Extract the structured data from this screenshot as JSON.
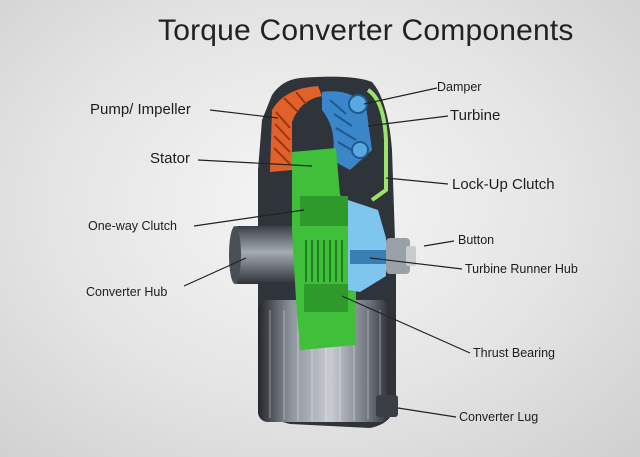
{
  "title": "Torque Converter Components",
  "labels": {
    "damper": "Damper",
    "pump_impeller": "Pump/ Impeller",
    "turbine": "Turbine",
    "stator": "Stator",
    "lockup_clutch": "Lock-Up Clutch",
    "oneway_clutch": "One-way Clutch",
    "button": "Button",
    "turbine_runner_hub": "Turbine Runner Hub",
    "converter_hub": "Converter Hub",
    "thrust_bearing": "Thrust Bearing",
    "converter_lug": "Converter Lug"
  },
  "colors": {
    "impeller": "#e0622a",
    "turbine": "#3a86c8",
    "stator": "#3fbf3a",
    "housing": "#3a3f48",
    "lockup_outline": "#9be36b"
  }
}
